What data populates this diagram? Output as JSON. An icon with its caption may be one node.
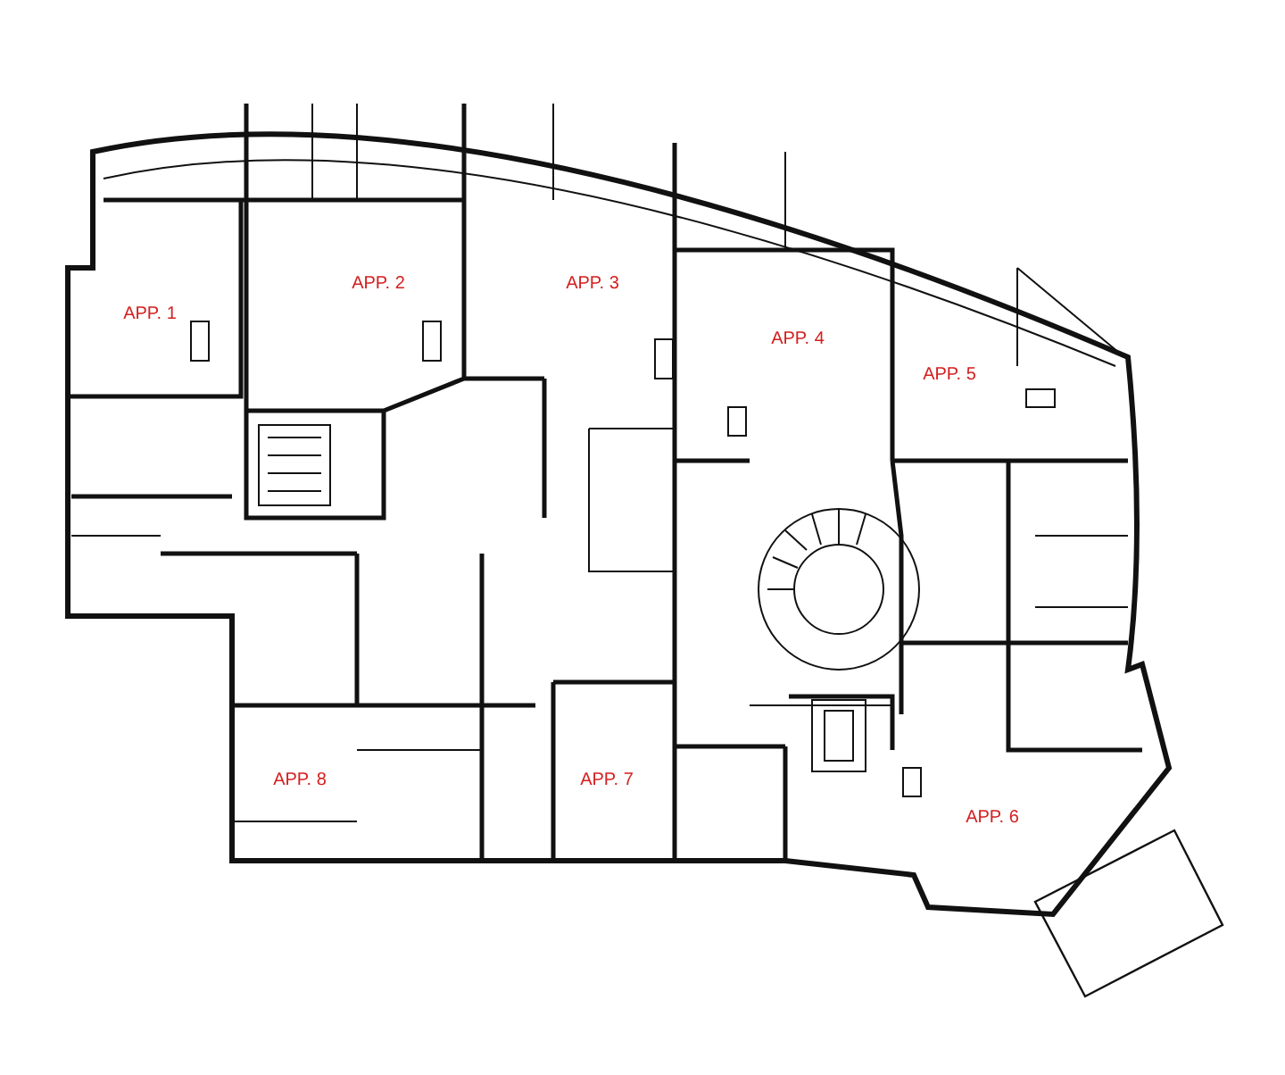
{
  "diagram": {
    "labels": [
      "APP. 1",
      "APP. 2",
      "APP. 3",
      "APP. 4",
      "APP. 5",
      "APP. 8",
      "APP. 7",
      "APP. 6"
    ]
  }
}
